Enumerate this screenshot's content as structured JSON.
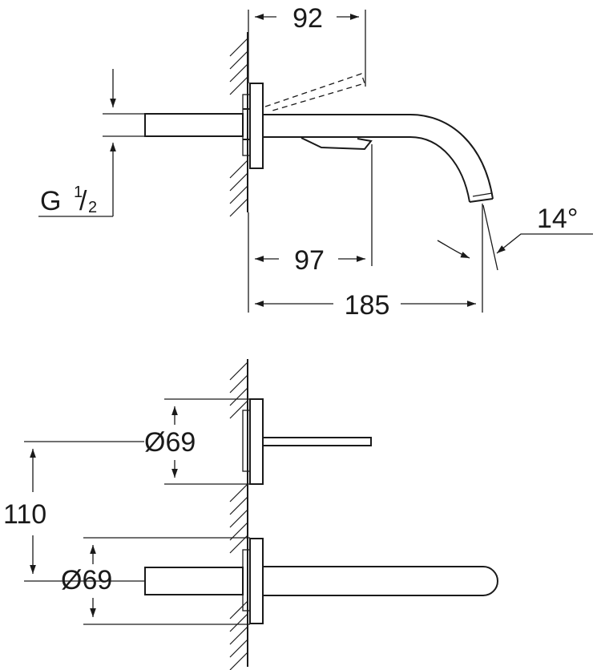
{
  "side_view": {
    "dim_92": "92",
    "dim_97": "97",
    "dim_185": "185",
    "angle": "14°",
    "thread_g": "G",
    "thread_num": "1",
    "thread_slash": "/",
    "thread_den": "2"
  },
  "front_view": {
    "dia_top": "Ø69",
    "dia_bottom": "Ø69",
    "dim_110": "110"
  }
}
